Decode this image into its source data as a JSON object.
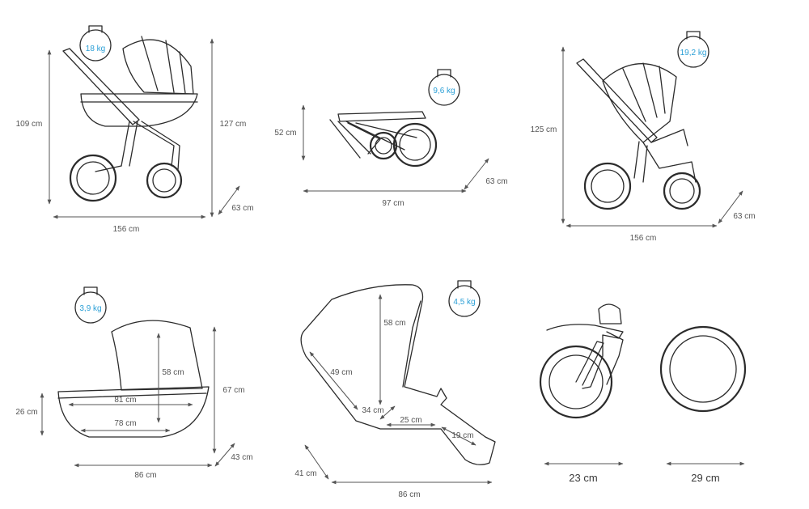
{
  "colors": {
    "line": "#2b2b2b",
    "dimension_text": "#555555",
    "weight_text": "#2a9fd6",
    "background": "#ffffff"
  },
  "panels": {
    "pram": {
      "weight": "18 kg",
      "dims": [
        "109 cm",
        "127 cm",
        "156 cm",
        "63 cm"
      ]
    },
    "folded": {
      "weight": "9,6 kg",
      "dims": [
        "52 cm",
        "97 cm",
        "63 cm"
      ]
    },
    "stroller": {
      "weight": "19,2 kg",
      "dims": [
        "125 cm",
        "156 cm",
        "63 cm"
      ]
    },
    "carrycot": {
      "weight": "3,9 kg",
      "dims": [
        "26 cm",
        "58 cm",
        "81 cm",
        "78 cm",
        "67 cm",
        "43 cm",
        "86 cm"
      ]
    },
    "seat": {
      "weight": "4,5 kg",
      "dims": [
        "58 cm",
        "49 cm",
        "34 cm",
        "25 cm",
        "19 cm",
        "41 cm",
        "86 cm"
      ]
    },
    "front_wheel": {
      "dims": [
        "23 cm"
      ]
    },
    "rear_wheel": {
      "dims": [
        "29 cm"
      ]
    }
  }
}
